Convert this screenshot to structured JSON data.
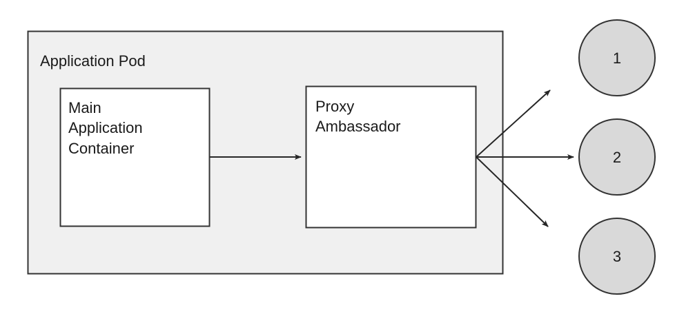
{
  "diagram": {
    "title_text": "Application Pod",
    "pod": {
      "label": "Application Pod",
      "fill": "#f0f0f0",
      "stroke": "#333333"
    },
    "boxes": [
      {
        "id": "main-application-container",
        "label": "Main\nApplication\nContainer",
        "line1": "Main",
        "line2": "Application",
        "line3": "Container",
        "fill": "#ffffff",
        "stroke": "#333333"
      },
      {
        "id": "proxy-ambassador",
        "label": "Proxy\nAmbassador",
        "line1": "Proxy",
        "line2": "Ambassador",
        "fill": "#ffffff",
        "stroke": "#333333"
      }
    ],
    "endpoints": [
      {
        "id": "endpoint-1",
        "label": "1",
        "fill": "#d9d9d9",
        "stroke": "#333333"
      },
      {
        "id": "endpoint-2",
        "label": "2",
        "fill": "#d9d9d9",
        "stroke": "#333333"
      },
      {
        "id": "endpoint-3",
        "label": "3",
        "fill": "#d9d9d9",
        "stroke": "#333333"
      }
    ],
    "connectors": [
      {
        "id": "main-to-proxy",
        "from": "main-application-container",
        "to": "proxy-ambassador"
      },
      {
        "id": "proxy-to-endpoint-1",
        "from": "proxy-ambassador",
        "to": "endpoint-1"
      },
      {
        "id": "proxy-to-endpoint-2",
        "from": "proxy-ambassador",
        "to": "endpoint-2"
      },
      {
        "id": "proxy-to-endpoint-3",
        "from": "proxy-ambassador",
        "to": "endpoint-3"
      }
    ],
    "colors": {
      "background": "#ffffff",
      "line": "#262626",
      "text": "#1a1a1a"
    }
  }
}
